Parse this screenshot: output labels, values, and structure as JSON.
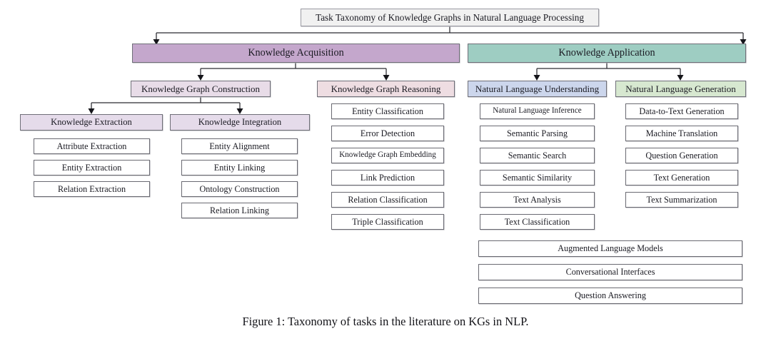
{
  "figure": {
    "caption": "Figure 1: Taxonomy of tasks in the literature on KGs in NLP."
  },
  "colors": {
    "root_fill": "#f1f1f1",
    "knowledge_acquisition_fill": "#c4a7cc",
    "knowledge_application_fill": "#9ecdc2",
    "kg_construction_fill": "#e8dce8",
    "kg_reasoning_fill": "#eedde2",
    "nlu_fill": "#ccd6ec",
    "nlg_fill": "#d7e8d0",
    "extraction_fill": "#e5dbea",
    "integration_fill": "#e5dbea",
    "leaf_fill": "#ffffff",
    "border": "#6f6f78",
    "text": "#1a1a22"
  },
  "taxonomy": {
    "root": {
      "label": "Task Taxonomy of Knowledge Graphs in Natural Language Processing"
    },
    "branches": [
      {
        "label": "Knowledge Acquisition",
        "fill_key": "knowledge_acquisition_fill",
        "categories": [
          {
            "label": "Knowledge Graph Construction",
            "fill_key": "kg_construction_fill",
            "subcategories": [
              {
                "label": "Knowledge Extraction",
                "fill_key": "extraction_fill",
                "items": [
                  "Attribute Extraction",
                  "Entity Extraction",
                  "Relation Extraction"
                ]
              },
              {
                "label": "Knowledge Integration",
                "fill_key": "integration_fill",
                "items": [
                  "Entity Alignment",
                  "Entity Linking",
                  "Ontology Construction",
                  "Relation Linking"
                ]
              }
            ]
          },
          {
            "label": "Knowledge Graph Reasoning",
            "fill_key": "kg_reasoning_fill",
            "items": [
              "Entity Classification",
              "Error Detection",
              "Knowledge Graph Embedding",
              "Link Prediction",
              "Relation Classification",
              "Triple Classification"
            ]
          }
        ]
      },
      {
        "label": "Knowledge Application",
        "fill_key": "knowledge_application_fill",
        "categories": [
          {
            "label": "Natural Language Understanding",
            "fill_key": "nlu_fill",
            "items": [
              "Natural Language Inference",
              "Semantic Parsing",
              "Semantic Search",
              "Semantic Similarity",
              "Text Analysis",
              "Text Classification"
            ]
          },
          {
            "label": "Natural Language Generation",
            "fill_key": "nlg_fill",
            "items": [
              "Data-to-Text Generation",
              "Machine Translation",
              "Question Generation",
              "Text Generation",
              "Text Summarization"
            ]
          }
        ],
        "shared_items": [
          "Augmented Language Models",
          "Conversational Interfaces",
          "Question Answering"
        ]
      }
    ]
  }
}
